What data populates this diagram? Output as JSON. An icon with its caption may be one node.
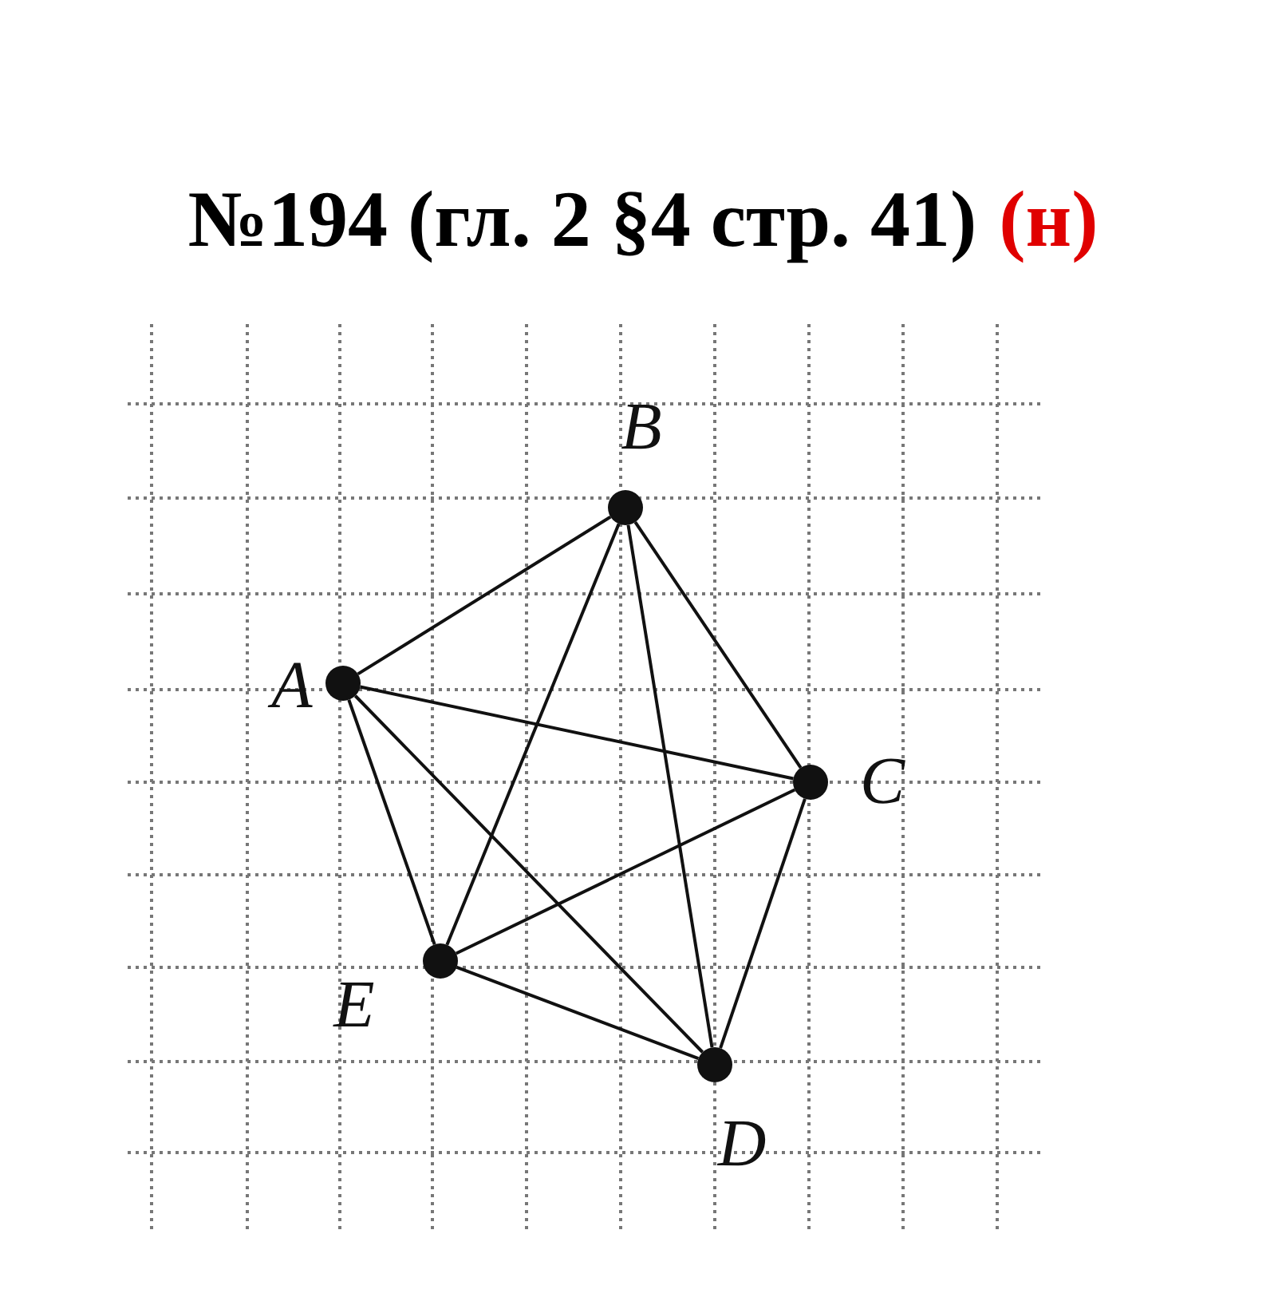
{
  "diagram": {
    "title": "№194 (гл. 2 §4 стр. 41)",
    "nodes": [
      {
        "text": [
          "B"
        ]
      },
      {
        "text": [
          "A"
        ]
      },
      {
        "text": [
          "C"
        ]
      },
      {
        "text": [
          "E"
        ]
      },
      {
        "text": [
          "D"
        ]
      }
    ],
    "edges": [
      {
        "from": 1,
        "to": 0,
        "arrow": "none"
      },
      {
        "from": 1,
        "to": 2,
        "arrow": "none"
      },
      {
        "from": 1,
        "to": 3,
        "arrow": "none"
      },
      {
        "from": 1,
        "to": 4,
        "arrow": "none"
      },
      {
        "from": 0,
        "to": 2,
        "arrow": "none"
      },
      {
        "from": 0,
        "to": 3,
        "arrow": "none"
      },
      {
        "from": 0,
        "to": 4,
        "arrow": "none"
      },
      {
        "from": 2,
        "to": 3,
        "arrow": "none"
      },
      {
        "from": 2,
        "to": 4,
        "arrow": "none"
      },
      {
        "from": 3,
        "to": 4,
        "arrow": "none"
      }
    ],
    "labels": [
      "(н)"
    ]
  }
}
